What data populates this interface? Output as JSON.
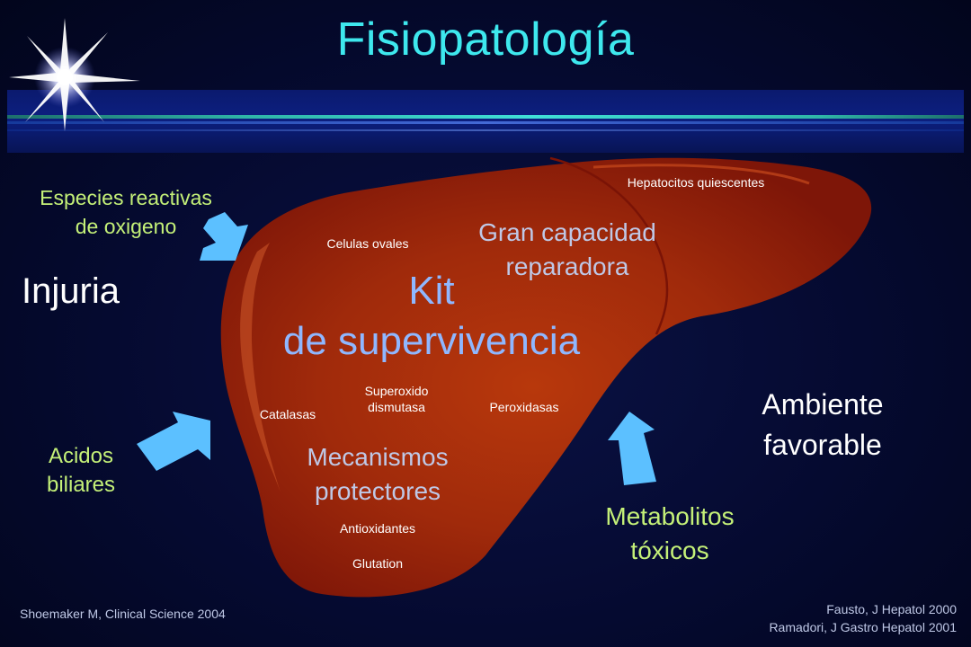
{
  "title": "Fisiopatología",
  "labels": {
    "injuria": "Injuria",
    "especies_line1": "Especies reactivas",
    "especies_line2": "de oxigeno",
    "acidos_line1": "Acidos",
    "acidos_line2": "biliares",
    "metabolitos_line1": "Metabolitos",
    "metabolitos_line2": "tóxicos",
    "ambiente_line1": "Ambiente",
    "ambiente_line2": "favorable",
    "kit_line1": "Kit",
    "kit_line2": "de supervivencia",
    "gran_line1": "Gran capacidad",
    "gran_line2": "reparadora",
    "mecanismos_line1": "Mecanismos",
    "mecanismos_line2": "protectores",
    "hepatocitos": "Hepatocitos quiescentes",
    "celulas": "Celulas ovales",
    "superoxido_line1": "Superoxido",
    "superoxido_line2": "dismutasa",
    "catalasas": "Catalasas",
    "peroxidasas": "Peroxidasas",
    "antioxidantes": "Antioxidantes",
    "glutation": "Glutation"
  },
  "references": {
    "left": "Shoemaker M, Clinical Science 2004",
    "right_line1": "Fausto, J Hepatol 2000",
    "right_line2": "Ramadori, J Gastro  Hepatol 2001"
  },
  "colors": {
    "title": "#3ee8ee",
    "liver": "#a92c0c",
    "arrow": "#5cc0ff",
    "yellow_label": "#c4f078",
    "blue_label": "#8fb7ff"
  },
  "icons": {
    "sparkle": "starburst-icon",
    "arrows": "block-arrow-icon",
    "organ": "liver-shape"
  }
}
